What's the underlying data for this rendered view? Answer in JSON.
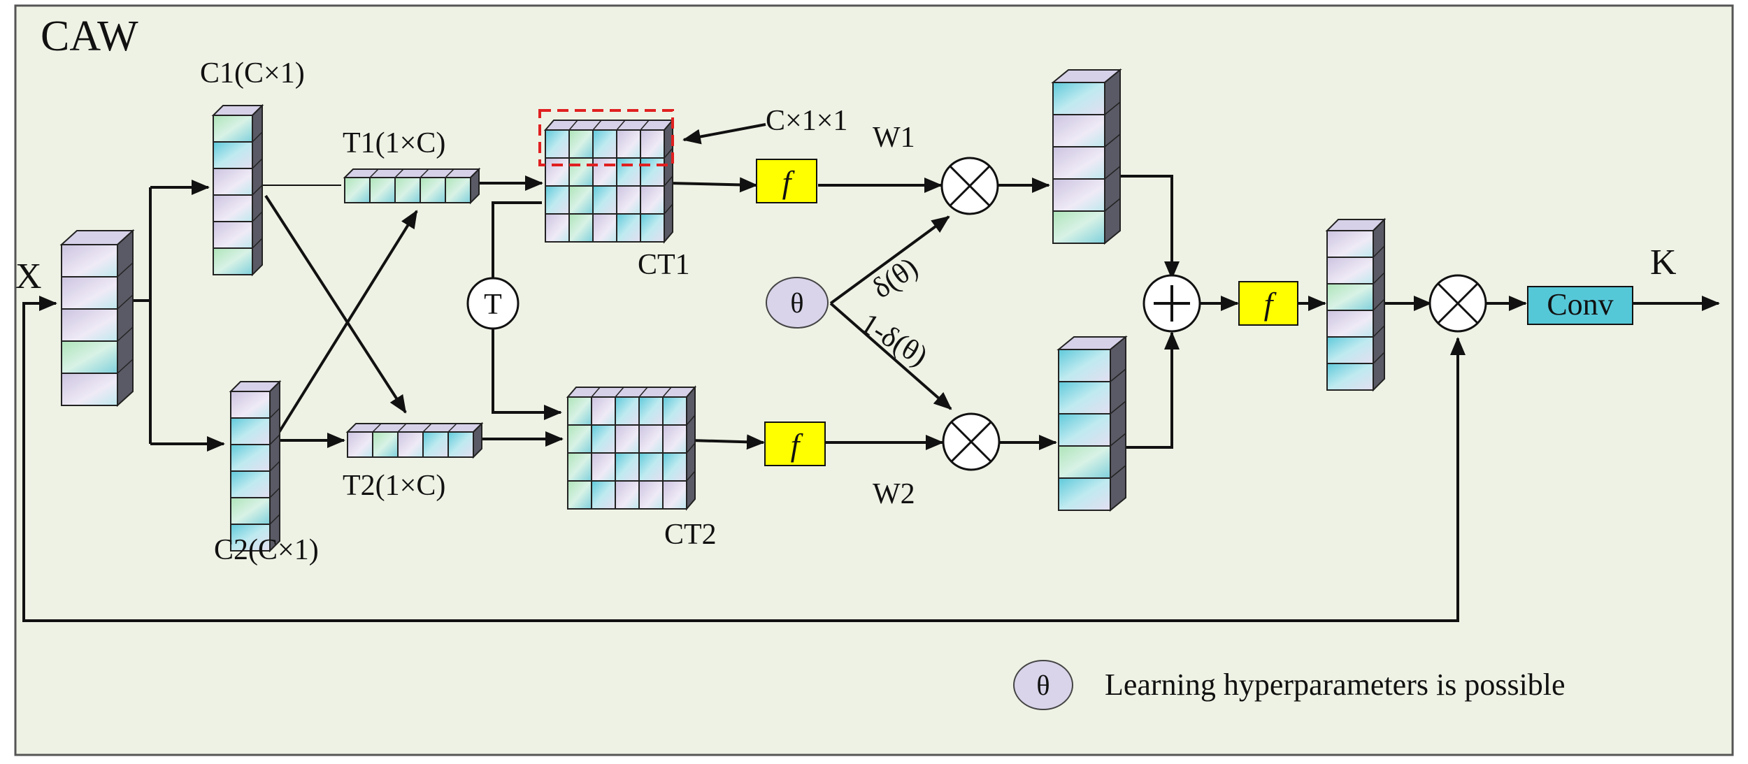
{
  "title": "CAW",
  "labels": {
    "input": "X",
    "output": "K",
    "c1": "C1(C×1)",
    "c2": "C2(C×1)",
    "t1": "T1(1×C)",
    "t2": "T2(1×C)",
    "ct1": "CT1",
    "ct2": "CT2",
    "slice": "C×1×1",
    "w1": "W1",
    "w2": "W2",
    "transpose": "T",
    "theta": "θ",
    "delta": "δ(θ)",
    "one_minus_delta": "1-δ(θ)",
    "f1": "f",
    "f2": "f",
    "f3": "f",
    "conv": "Conv"
  },
  "legend": {
    "symbol": "θ",
    "text": "Learning hyperparameters is possible"
  },
  "colors": {
    "background": "#eef2e4",
    "frame": "#555555",
    "f_box": "#ffff00",
    "conv_box": "#55c8d8",
    "theta_fill": "#d9d4ea",
    "highlight_dash": "#e02020",
    "cell_cyan": "#8fd6e0",
    "cell_purple": "#d8d0e8",
    "cell_green": "#bde8c8"
  }
}
